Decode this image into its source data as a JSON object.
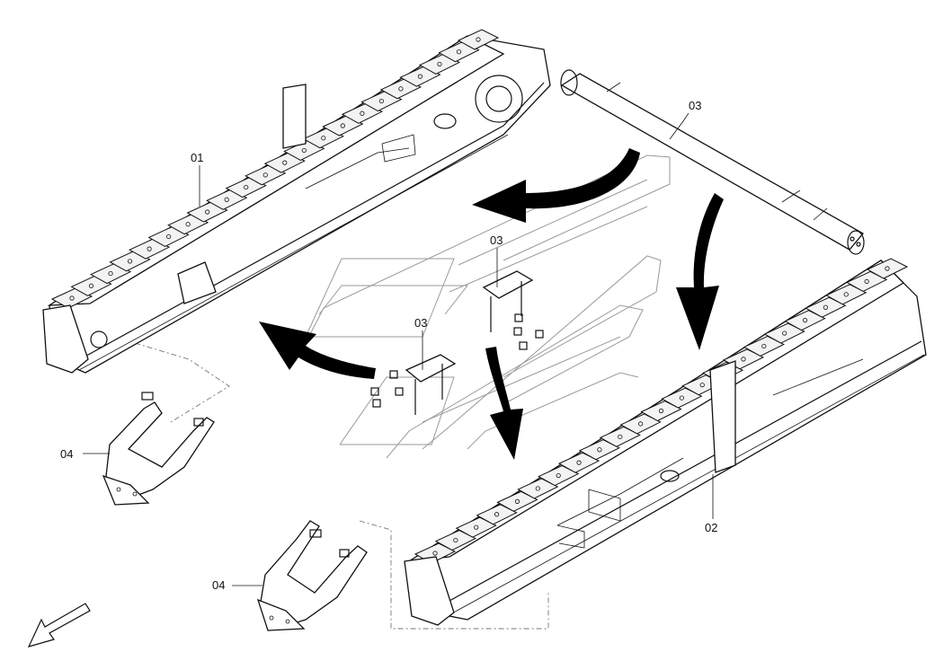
{
  "callouts": {
    "track_left": "01",
    "track_right": "02",
    "axle": "03",
    "plate_upper": "03",
    "plate_lower": "03",
    "guard_upper": "04",
    "guard_lower": "04"
  },
  "colors": {
    "line": "#111111",
    "arrow_fill": "#000000",
    "guide_lines": "#9a9a9a"
  }
}
